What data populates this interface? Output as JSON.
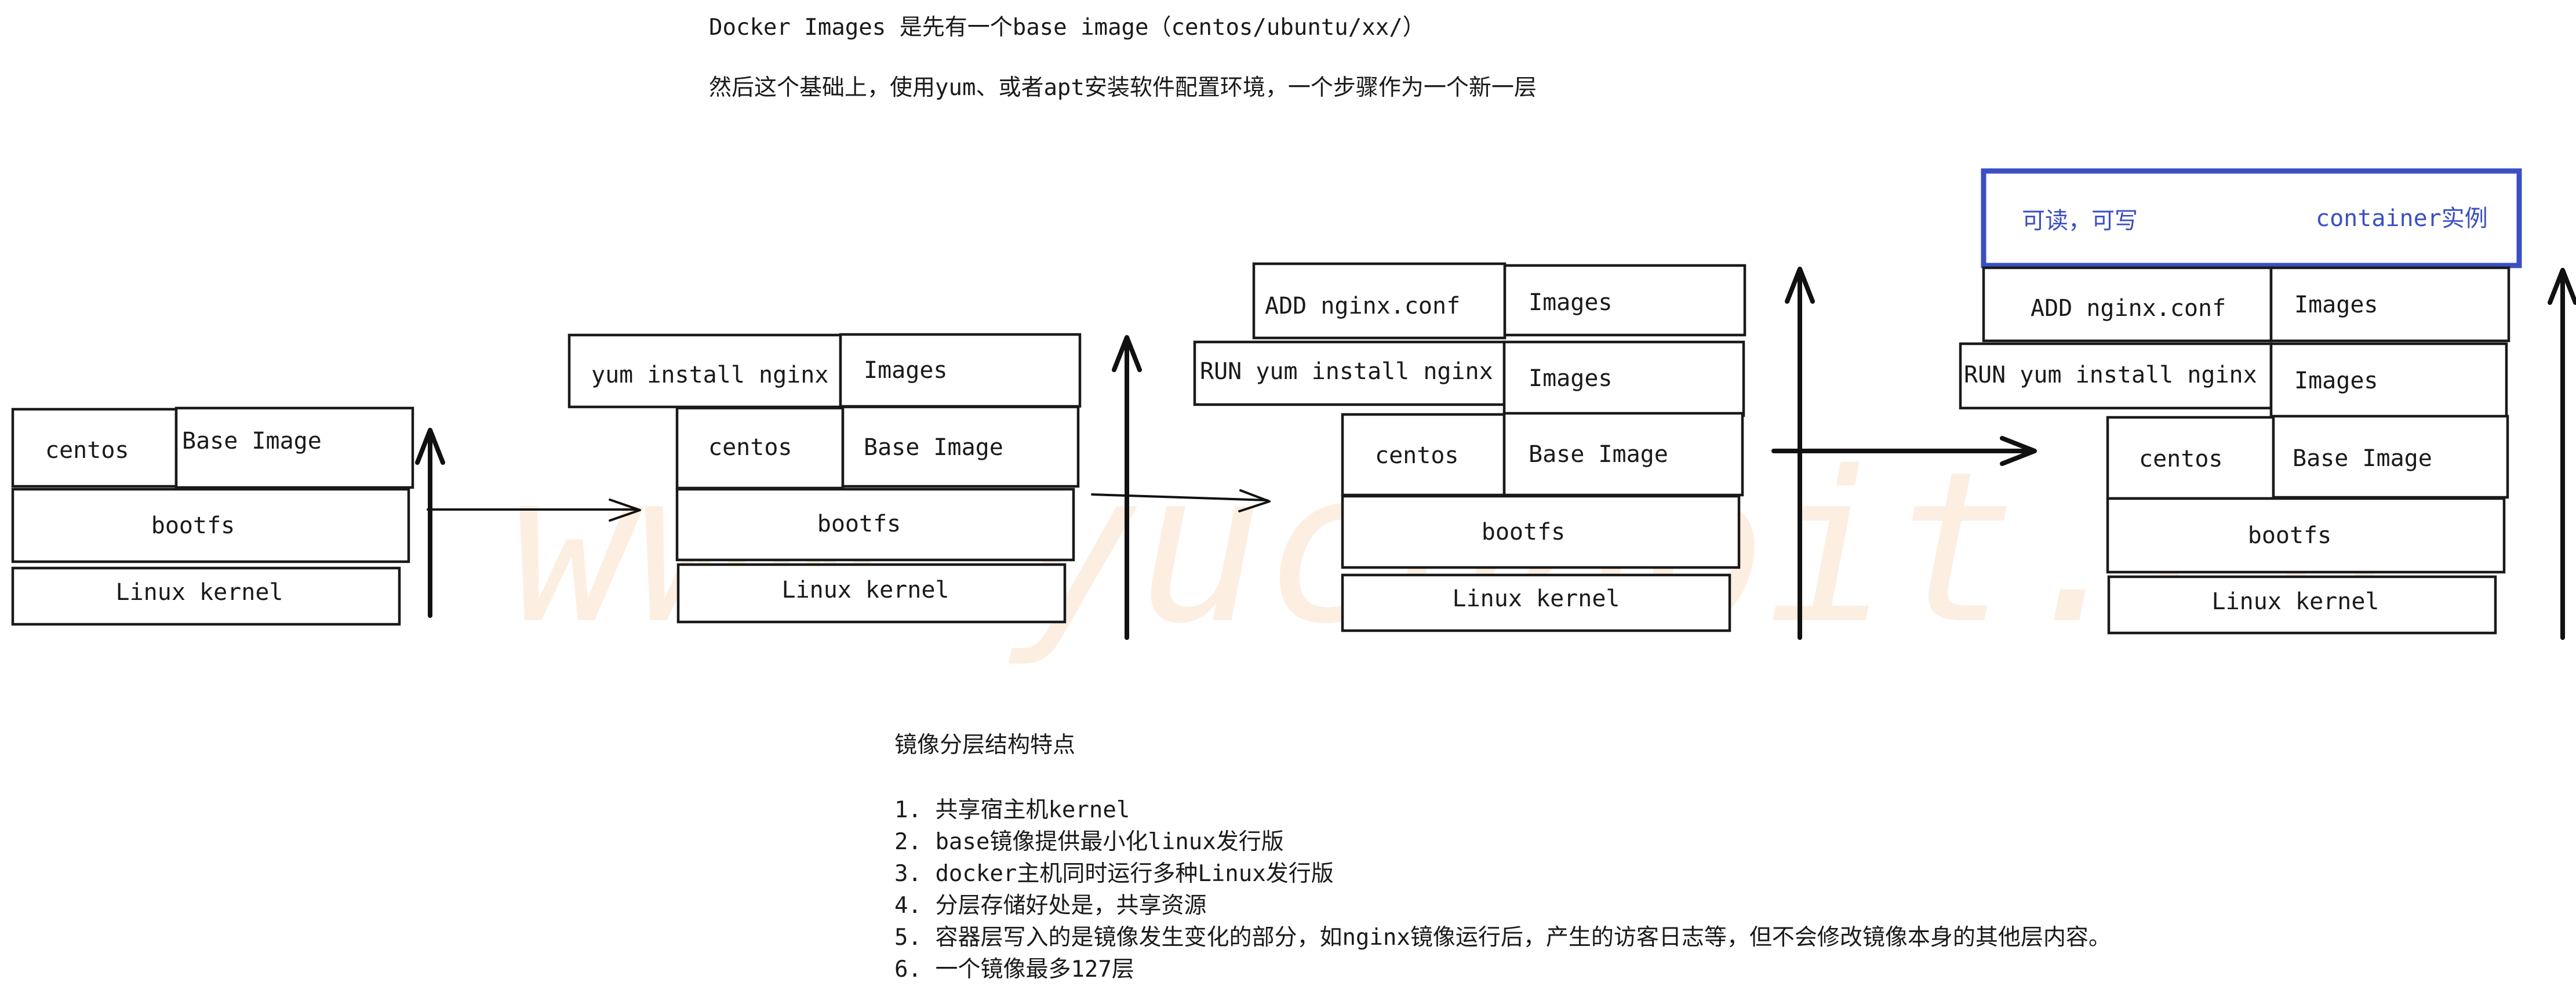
{
  "header": {
    "line1": "Docker Images 是先有一个base image（centos/ubuntu/xx/）",
    "line2": "然后这个基础上，使用yum、或者apt安装软件配置环境，一个步骤作为一个新一层"
  },
  "watermark": "www.yuchaoit.cn",
  "stacks": [
    {
      "layers": [
        {
          "left": "centos",
          "right": "Base Image"
        },
        {
          "label": "bootfs"
        },
        {
          "label": "Linux kernel"
        }
      ]
    },
    {
      "layers": [
        {
          "left": "yum install nginx",
          "right": "Images"
        },
        {
          "left": "centos",
          "right": "Base Image"
        },
        {
          "label": "bootfs"
        },
        {
          "label": "Linux kernel"
        }
      ]
    },
    {
      "layers": [
        {
          "left": "ADD nginx.conf",
          "right": "Images"
        },
        {
          "left": "RUN yum install nginx",
          "right": "Images"
        },
        {
          "left": "centos",
          "right": "Base Image"
        },
        {
          "label": "bootfs"
        },
        {
          "label": "Linux kernel"
        }
      ]
    },
    {
      "container": {
        "left": "可读，可写",
        "right": "container实例"
      },
      "layers": [
        {
          "left": "ADD nginx.conf",
          "right": "Images"
        },
        {
          "left": "RUN yum install nginx",
          "right": "Images"
        },
        {
          "left": "centos",
          "right": "Base Image"
        },
        {
          "label": "bootfs"
        },
        {
          "label": "Linux kernel"
        }
      ]
    }
  ],
  "notes": {
    "title": "镜像分层结构特点",
    "items": [
      "1. 共享宿主机kernel",
      "2. base镜像提供最小化linux发行版",
      "3. docker主机同时运行多种Linux发行版",
      "4. 分层存储好处是，共享资源",
      "5. 容器层写入的是镜像发生变化的部分，如nginx镜像运行后，产生的访客日志等，但不会修改镜像本身的其他层内容。",
      "6. 一个镜像最多127层"
    ]
  },
  "colors": {
    "container_border": "#3b4fc4",
    "container_text": "#3b4fc4",
    "watermark": "#fbe3cc"
  }
}
